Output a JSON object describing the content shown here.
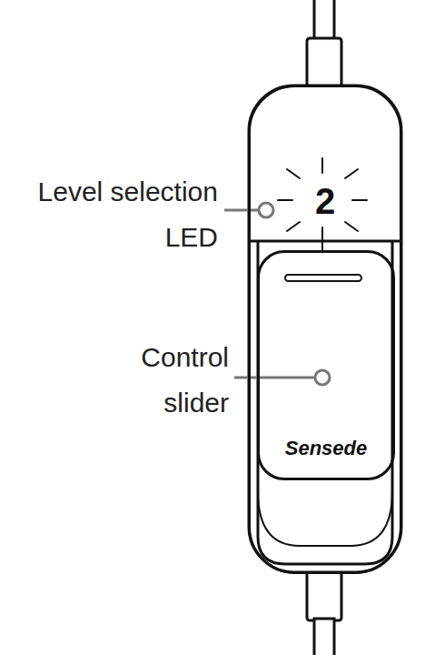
{
  "diagram": {
    "nodes": [
      {
        "text": [
          "2"
        ]
      },
      {
        "text": [
          "Sensede"
        ],
        "in": 0
      }
    ],
    "labels": [
      "Level selection LED",
      "Control slider"
    ]
  }
}
